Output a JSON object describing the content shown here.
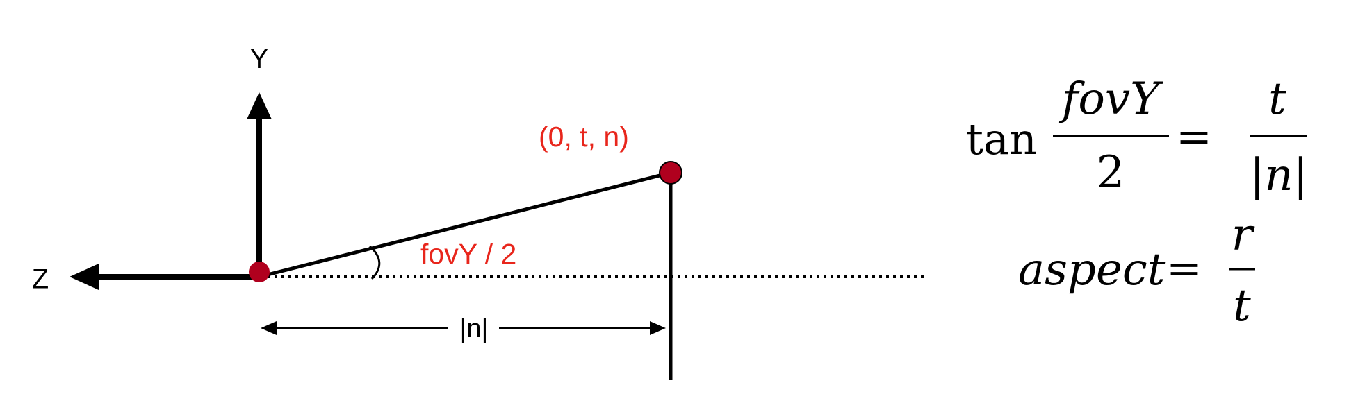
{
  "diagram": {
    "axis_y_label": "Y",
    "axis_z_label": "Z",
    "point_label": "(0, t, n)",
    "angle_label": "fovY / 2",
    "distance_label": "|n|"
  },
  "equations": {
    "eq1": {
      "func": "tan",
      "num_left": "fovY",
      "den_left": "2",
      "equals": "=",
      "num_right": "t",
      "den_right": "|n|"
    },
    "eq2": {
      "lhs": "aspect",
      "equals": "=",
      "num": "r",
      "den": "t"
    }
  },
  "colors": {
    "point_fill": "#b0001e",
    "label_red": "#e8261c"
  }
}
